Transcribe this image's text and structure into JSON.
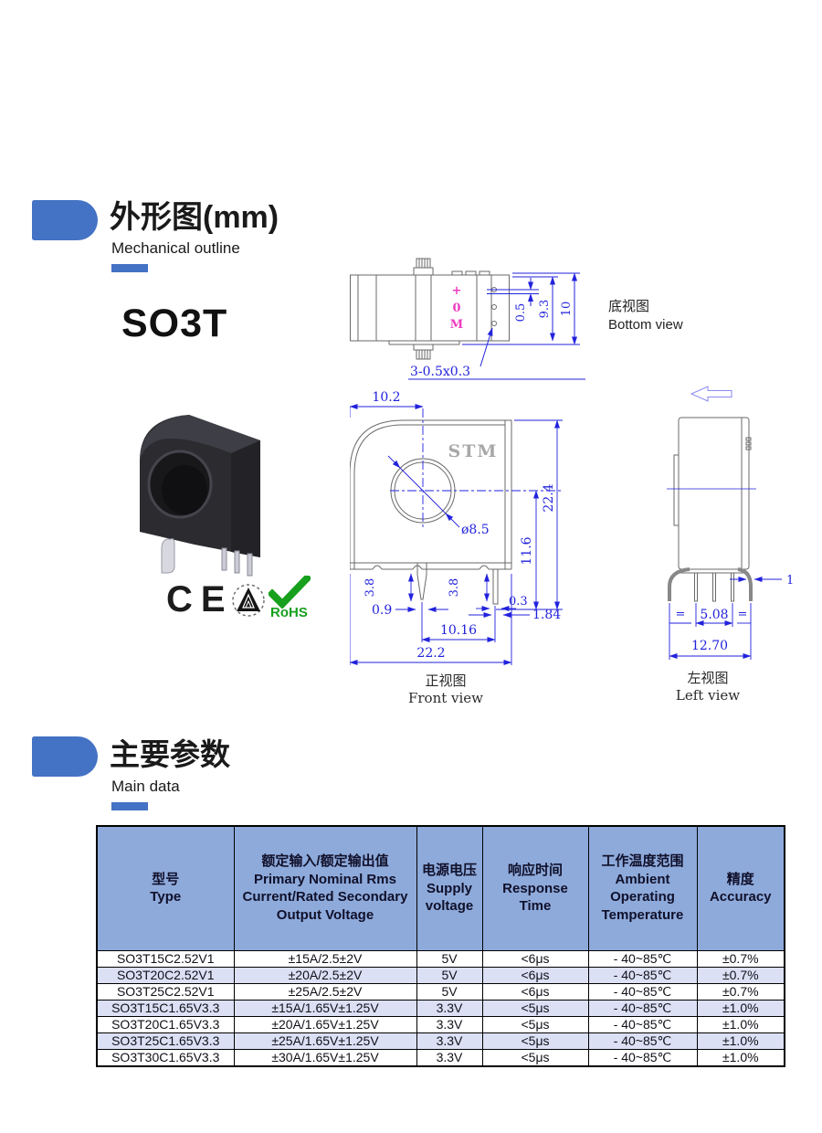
{
  "outline_section": {
    "title": "外形图(mm)",
    "subtitle": "Mechanical outline"
  },
  "model": "SO3T",
  "certs": {
    "ce": "CE",
    "rohs": "RoHS"
  },
  "views": {
    "bottom": {
      "label_zh": "底视图",
      "label_en": "Bottom view",
      "mark_plus": "+",
      "mark_zero": "0",
      "mark_m": "M",
      "dim_offset": "0.5",
      "dim_inner": "9.3",
      "dim_total": "10",
      "dim_pins": "3-0.5x0.3"
    },
    "front": {
      "label_zh": "正视图",
      "label_en": "Front view",
      "brand": "STM",
      "dim_top": "10.2",
      "dim_hole": "ø8.5",
      "dim_height": "22.4",
      "dim_center": "11.6",
      "dim_pin_l": "3.8",
      "dim_pin_r": "3.8",
      "dim_pin_w": "0.9",
      "dim_pin_t": "0.3",
      "dim_edge": "1.84",
      "dim_pitch": "10.16",
      "dim_width": "22.2"
    },
    "left": {
      "label_zh": "左视图",
      "label_en": "Left view",
      "dim_pin": "1",
      "dim_pitch": "5.08",
      "dim_width": "12.70",
      "eq_l": "=",
      "eq_r": "="
    }
  },
  "main_section": {
    "title": "主要参数",
    "subtitle": "Main data"
  },
  "table": {
    "headers": {
      "type_zh": "型号",
      "type_en": "Type",
      "primary_zh": "额定输入/额定输出值",
      "primary_en": "Primary Nominal Rms Current/Rated Secondary Output Voltage",
      "supply_zh": "电源电压",
      "supply_en": "Supply voltage",
      "response_zh": "响应时间",
      "response_en": "Response Time",
      "ambient_zh": "工作温度范围",
      "ambient_en": "Ambient Operating Temperature",
      "accuracy_zh": "精度",
      "accuracy_en": "Accuracy"
    },
    "rows": [
      [
        "SO3T15C2.52V1",
        "±15A/2.5±2V",
        "5V",
        "<6μs",
        "- 40~85℃",
        "±0.7%"
      ],
      [
        "SO3T20C2.52V1",
        "±20A/2.5±2V",
        "5V",
        "<6μs",
        "- 40~85℃",
        "±0.7%"
      ],
      [
        "SO3T25C2.52V1",
        "±25A/2.5±2V",
        "5V",
        "<6μs",
        "- 40~85℃",
        "±0.7%"
      ],
      [
        "SO3T15C1.65V3.3",
        "±15A/1.65V±1.25V",
        "3.3V",
        "<5μs",
        "- 40~85℃",
        "±1.0%"
      ],
      [
        "SO3T20C1.65V3.3",
        "±20A/1.65V±1.25V",
        "3.3V",
        "<5μs",
        "- 40~85℃",
        "±1.0%"
      ],
      [
        "SO3T25C1.65V3.3",
        "±25A/1.65V±1.25V",
        "3.3V",
        "<5μs",
        "- 40~85℃",
        "±1.0%"
      ],
      [
        "SO3T30C1.65V3.3",
        "±30A/1.65V±1.25V",
        "3.3V",
        "<5μs",
        "- 40~85℃",
        "±1.0%"
      ]
    ]
  },
  "colors": {
    "accent_blue": "#4472c4",
    "dimension_blue": "#2222dd",
    "marking_magenta": "#ee3cc0",
    "header_bg": "#8eaadb",
    "row_alt_bg": "#dbe0f5",
    "rohs_green": "#17a01e"
  }
}
